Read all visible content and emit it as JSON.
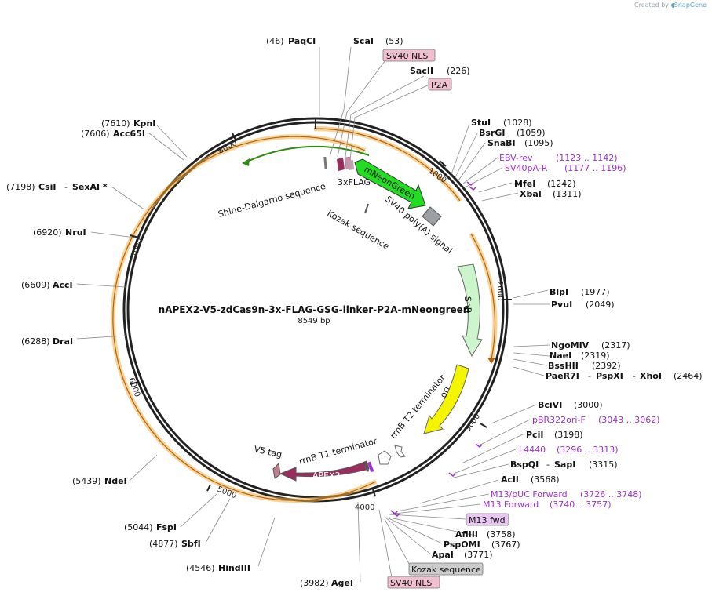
{
  "credit": {
    "prefix": "Created by",
    "brand": "SnapGene"
  },
  "plasmid": {
    "name": "nAPEX2-V5-zdCas9n-3x-FLAG-GSG-linker-P2A-mNeongreen",
    "size": "8549 bp"
  },
  "ticks": [
    "1000",
    "2000",
    "3000",
    "4000",
    "5000",
    "6000",
    "7000",
    "8000"
  ],
  "features": {
    "mNeonGreen": "mNeonGreen",
    "SnR": "SnR",
    "ori": "ori",
    "APEX2": "APEX2"
  },
  "feature_labels": {
    "shine": "Shine-Dalgarno sequence",
    "flag": "3xFLAG",
    "kozak": "Kozak sequence",
    "sv40polya": "SV40 poly(A) signal",
    "rrnb_t2": "rrnB T2 terminator",
    "rrnb_t1": "rrnB T1 terminator",
    "v5": "V5 tag"
  },
  "left_sites": [
    {
      "pos": "(46)",
      "name": "PaqCI"
    },
    {
      "pos": "(7610)",
      "name": "KpnI"
    },
    {
      "pos": "(7606)",
      "name": "Acc65I"
    },
    {
      "pos": "(7198)",
      "name": "CsiI"
    },
    {
      "pos": "(6920)",
      "name": "NruI"
    },
    {
      "pos": "(6609)",
      "name": "AccI"
    },
    {
      "pos": "(6288)",
      "name": "DraI"
    },
    {
      "pos": "(5439)",
      "name": "NdeI"
    },
    {
      "pos": "(5044)",
      "name": "FspI"
    },
    {
      "pos": "(4877)",
      "name": "SbfI"
    },
    {
      "pos": "(4546)",
      "name": "HindIII"
    },
    {
      "pos": "(3982)",
      "name": "AgeI"
    }
  ],
  "sexai": {
    "sep": "-",
    "name": "SexAI *"
  },
  "right_sites": [
    {
      "name": "ScaI",
      "pos": "(53)"
    },
    {
      "name": "SacII",
      "pos": "(226)"
    },
    {
      "name": "StuI",
      "pos": "(1028)"
    },
    {
      "name": "BsrGI",
      "pos": "(1059)"
    },
    {
      "name": "SnaBI",
      "pos": "(1095)"
    },
    {
      "name": "MfeI",
      "pos": "(1242)"
    },
    {
      "name": "XbaI",
      "pos": "(1311)"
    },
    {
      "name": "BlpI",
      "pos": "(1977)"
    },
    {
      "name": "PvuI",
      "pos": "(2049)"
    },
    {
      "name": "NgoMIV",
      "pos": "(2317)"
    },
    {
      "name": "NaeI",
      "pos": "(2319)"
    },
    {
      "name": "BssHII",
      "pos": "(2392)"
    },
    {
      "name": "BciVI",
      "pos": "(3000)"
    },
    {
      "name": "PciI",
      "pos": "(3198)"
    },
    {
      "name": "AclI",
      "pos": "(3568)"
    },
    {
      "name": "AflIII",
      "pos": "(3758)"
    },
    {
      "name": "PspOMI",
      "pos": "(3767)"
    },
    {
      "name": "ApaI",
      "pos": "(3771)"
    }
  ],
  "multi_sites": {
    "paer7i": {
      "a": "PaeR7I",
      "sep1": "-",
      "b": "PspXI",
      "sep2": "-",
      "c": "XhoI",
      "pos": "(2464)"
    },
    "bspqi": {
      "a": "BspQI",
      "sep": "-",
      "b": "SapI",
      "pos": "(3315)"
    }
  },
  "primers": [
    {
      "name": "EBV-rev",
      "range": "(1123 .. 1142)"
    },
    {
      "name": "SV40pA-R",
      "range": "(1177 .. 1196)"
    },
    {
      "name": "pBR322ori-F",
      "range": "(3043 .. 3062)"
    },
    {
      "name": "L4440",
      "range": "(3296 .. 3313)"
    },
    {
      "name": "M13/pUC Forward",
      "range": "(3726 .. 3748)"
    },
    {
      "name": "M13 Forward",
      "range": "(3740 .. 3757)"
    }
  ],
  "boxed": {
    "sv40nls_top": "SV40 NLS",
    "p2a": "P2A",
    "m13fwd": "M13 fwd",
    "kozak_box": "Kozak sequence",
    "sv40nls_bottom": "SV40 NLS"
  },
  "colors": {
    "backbone": "#222222",
    "orange_track": "#f0a030",
    "mneongreen": "#22dd22",
    "snr": "#ccf5cc",
    "ori": "#f5f500",
    "apex2": "#9a2d5e",
    "primer": "#9b30d0",
    "label_box": "#f0c0d0",
    "m13_box": "#e8c8f0",
    "grey_box": "#cccccc"
  }
}
